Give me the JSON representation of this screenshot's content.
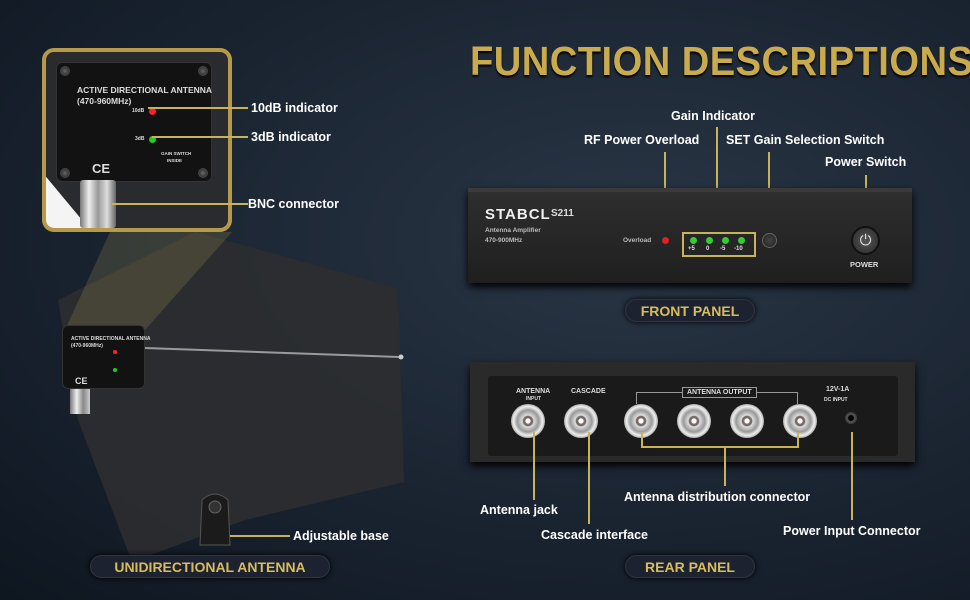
{
  "title": "FUNCTION DESCRIPTIONS",
  "antenna": {
    "device_title": "ACTIVE DIRECTIONAL ANTENNA",
    "device_range": "(470-960MHz)",
    "led_10db": "10dB",
    "led_3db": "3dB",
    "gain_switch": "GAIN SWITCH",
    "gain_switch_sub": "INSIDE",
    "ce_mark": "CE",
    "callouts": {
      "indicator_10db": "10dB indicator",
      "indicator_3db": "3dB indicator",
      "bnc": "BNC connector",
      "base": "Adjustable base"
    },
    "section_label": "UNIDIRECTIONAL ANTENNA"
  },
  "front": {
    "brand": "STABCL",
    "model": "S211",
    "subtitle": "Antenna Amplifier",
    "range": "470-900MHz",
    "overload": "Overload",
    "gain_levels": [
      "+5",
      "0",
      "-5",
      "-10"
    ],
    "power": "POWER",
    "callouts": {
      "gain_indicator": "Gain Indicator",
      "rf_overload": "RF Power Overload",
      "set_switch": "SET Gain Selection Switch",
      "power_switch": "Power Switch"
    },
    "section_label": "FRONT PANEL"
  },
  "rear": {
    "antenna_input": "ANTENNA",
    "antenna_input_sub": "INPUT",
    "cascade": "CASCADE",
    "antenna_output": "ANTENNA OUTPUT",
    "voltage": "12V-1A",
    "dc_input": "DC INPUT",
    "callouts": {
      "antenna_jack": "Antenna jack",
      "cascade_interface": "Cascade interface",
      "distribution": "Antenna distribution connector",
      "power_input": "Power Input Connector"
    },
    "section_label": "REAR PANEL"
  },
  "colors": {
    "gold": "#c9ab4e",
    "line": "#c8b35a",
    "background": "#1a2431"
  }
}
